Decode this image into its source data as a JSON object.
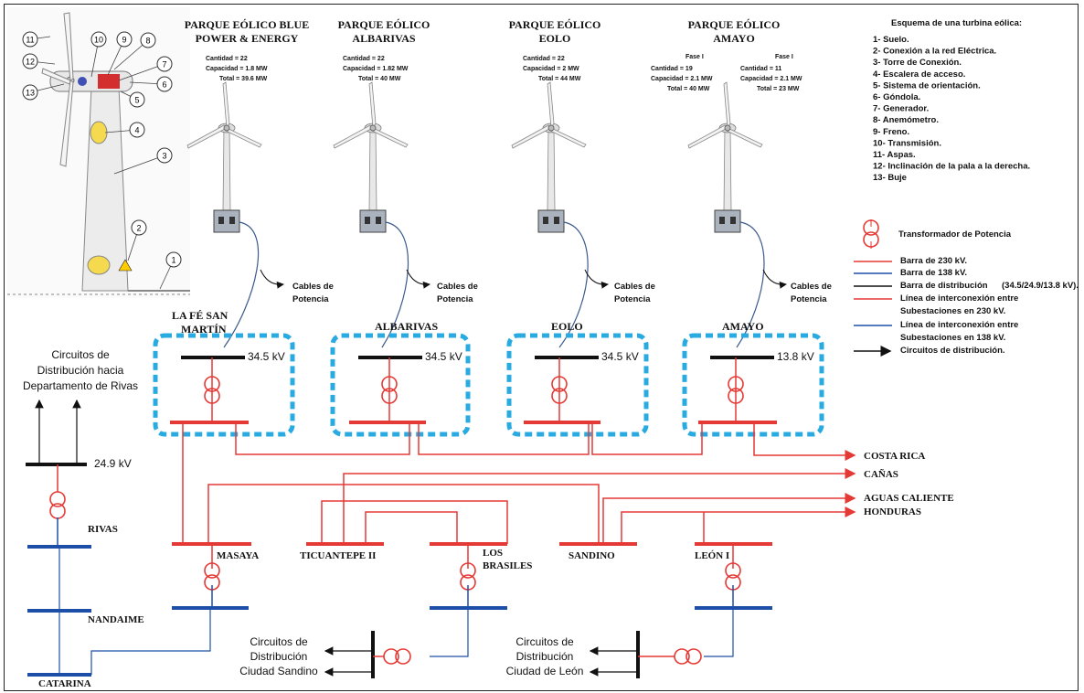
{
  "parks": [
    {
      "title1": "PARQUE EÓLICO BLUE",
      "title2": "POWER & ENERGY",
      "lines": [
        "Cantidad    = 22",
        "Capacidad   = 1.8 MW",
        "Total   = 39.6 MW"
      ]
    },
    {
      "title1": "PARQUE EÓLICO",
      "title2": "ALBARIVAS",
      "lines": [
        "Cantidad    = 22",
        "Capacidad   = 1.82 MW",
        "Total   = 40 MW"
      ]
    },
    {
      "title1": "PARQUE EÓLICO",
      "title2": "EOLO",
      "lines": [
        "Cantidad    = 22",
        "Capacidad   = 2 MW",
        "Total   = 44 MW"
      ]
    },
    {
      "title1": "PARQUE EÓLICO",
      "title2": "AMAYO",
      "phase1_title": "Fase I",
      "phase1": [
        "Cantidad    = 19",
        "Capacidad   = 2.1 MW",
        "Total   = 40 MW"
      ],
      "phase2_title": "Fase I",
      "phase2": [
        "Cantidad    = 11",
        "Capacidad   = 2.1 MW",
        "Total   = 23 MW"
      ]
    }
  ],
  "cables_label": [
    "Cables de",
    "Potencia"
  ],
  "substations": [
    {
      "name1": "LA FÉ SAN",
      "name2": "MARTÍN",
      "kv": "34.5 kV"
    },
    {
      "name1": "ALBARIVAS",
      "name2": "",
      "kv": "34.5 kV"
    },
    {
      "name1": "EOLO",
      "name2": "",
      "kv": "34.5 kV"
    },
    {
      "name1": "AMAYO",
      "name2": "",
      "kv": "13.8 kV"
    }
  ],
  "turbine_schema": {
    "title": "Esquema de una turbina eólica:",
    "items": [
      "1- Suelo.",
      "2- Conexión a la red Eléctrica.",
      "3- Torre de Conexión.",
      "4- Escalera de acceso.",
      "5- Sistema de orientación.",
      "6- Góndola.",
      "7- Generador.",
      "8- Anemómetro.",
      "9- Freno.",
      "10- Transmisión.",
      "11- Aspas.",
      "12- Inclinación de la pala a la derecha.",
      "13- Buje"
    ],
    "callouts": [
      "1",
      "2",
      "3",
      "4",
      "5",
      "6",
      "7",
      "8",
      "9",
      "10",
      "11",
      "12",
      "13"
    ]
  },
  "legend": {
    "transformer": "Transformador de Potencia",
    "b230": "Barra de 230 kV.",
    "b138": "Barra de 138 kV.",
    "bdist": "Barra de distribución",
    "bdist_small": "(34.5/24.9/13.8 kV).",
    "l230a": "Línea de interconexión entre",
    "l230b": "Subestaciones en 230 kV.",
    "l138a": "Línea de interconexión entre",
    "l138b": "Subestaciones en 138 kV.",
    "circ": "Circuitos de distribución.",
    "colors": {
      "kv230": "#e53935",
      "kv138": "#1e4fa8",
      "dist": "#111111",
      "box": "#29abe2"
    }
  },
  "grid": {
    "rivas_circ": [
      "Circuitos de",
      "Distribución hacia",
      "Departamento de Rivas"
    ],
    "rivas_kv": "24.9 kV",
    "rivas": "RIVAS",
    "nandaime": "NANDAIME",
    "catarina": "CATARINA",
    "masaya": "MASAYA",
    "ticuantepe": "TICUANTEPE II",
    "brasiles1": "LOS",
    "brasiles2": "BRASILES",
    "sandino": "SANDINO",
    "leon": "LEÓN I",
    "costa_rica": "COSTA RICA",
    "canas": "CAÑAS",
    "aguas": "AGUAS CALIENTE",
    "honduras": "HONDURAS",
    "sandino_circ": [
      "Circuitos de",
      "Distribución",
      "Ciudad Sandino"
    ],
    "leon_circ": [
      "Circuitos de",
      "Distribución",
      "Ciudad de León"
    ]
  }
}
